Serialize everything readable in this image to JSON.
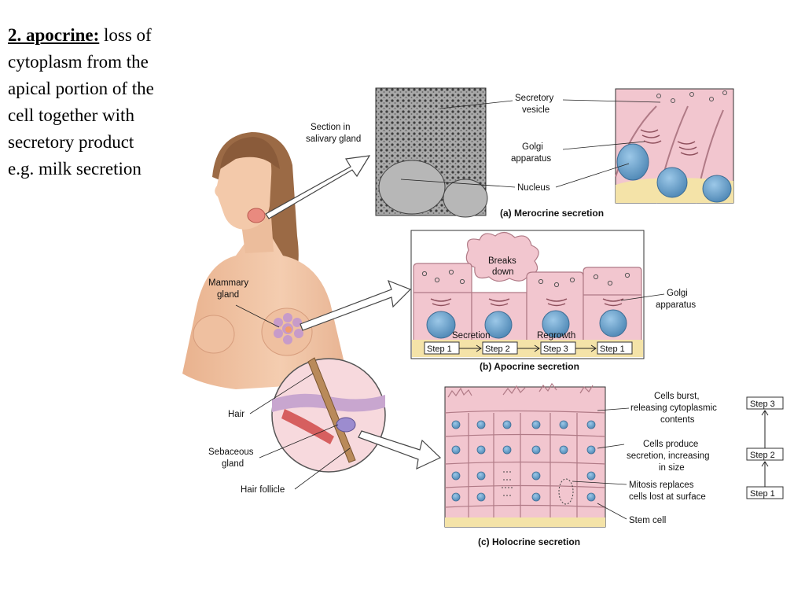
{
  "slide": {
    "heading": "2. apocrine:",
    "body_lines": [
      "loss of",
      "cytoplasm from the",
      "apical portion of the",
      "cell together with",
      "secretory product",
      "e.g. milk secretion"
    ]
  },
  "figure": {
    "woman_labels": {
      "section": [
        "Section in",
        "salivary gland"
      ],
      "mammary": [
        "Mammary",
        "gland"
      ],
      "hair": "Hair",
      "sebaceous": [
        "Sebaceous",
        "gland"
      ],
      "hair_follicle": "Hair follicle"
    },
    "merocrine": {
      "secretory_vesicle": [
        "Secretory",
        "vesicle"
      ],
      "golgi": [
        "Golgi",
        "apparatus"
      ],
      "nucleus": "Nucleus",
      "caption": "(a) Merocrine secretion"
    },
    "apocrine": {
      "breaks_down": [
        "Breaks",
        "down"
      ],
      "golgi": [
        "Golgi",
        "apparatus"
      ],
      "secretion": "Secretion",
      "regrowth": "Regrowth",
      "steps": [
        "Step 1",
        "Step 2",
        "Step 3",
        "Step 1"
      ],
      "caption": "(b) Apocrine secretion"
    },
    "holocrine": {
      "cells_burst": [
        "Cells burst,",
        "releasing cytoplasmic",
        "contents"
      ],
      "cells_produce": [
        "Cells produce",
        "secretion, increasing",
        "in size"
      ],
      "mitosis": [
        "Mitosis replaces",
        "cells lost at surface"
      ],
      "stem_cell": "Stem cell",
      "steps": [
        "Step 3",
        "Step 2",
        "Step 1"
      ],
      "caption": "(c) Holocrine secretion"
    }
  },
  "colors": {
    "cell_pink": "#f2c6cf",
    "cell_border": "#b07a86",
    "nucleus_blue": "#6fa6cf",
    "skin": "#f1c4a3",
    "hair": "#9b6a45"
  }
}
